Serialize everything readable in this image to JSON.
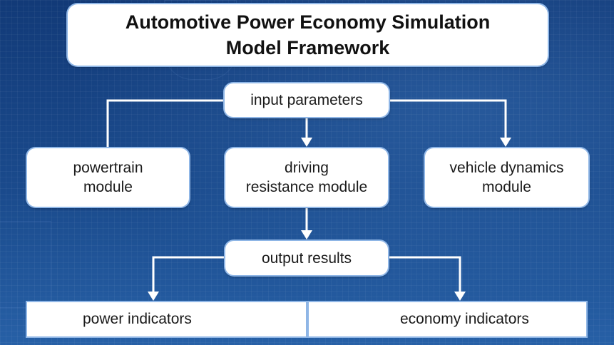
{
  "title": {
    "line1": "Automotive Power Economy Simulation",
    "line2": "Model Framework"
  },
  "nodes": {
    "input": {
      "label": "input parameters"
    },
    "powertrain": {
      "line1": "powertrain",
      "line2": "module"
    },
    "driving_resistance": {
      "line1": "driving",
      "line2": "resistance module"
    },
    "vehicle_dynamics": {
      "line1": "vehicle dynamics",
      "line2": "module"
    },
    "output": {
      "label": "output results"
    },
    "power_indicators": {
      "label": "power indicators"
    },
    "economy_indicators": {
      "label": "economy indicators"
    }
  },
  "edges": [
    {
      "from": "input parameters",
      "to": "powertrain module",
      "arrow": false
    },
    {
      "from": "input parameters",
      "to": "driving resistance module",
      "arrow": true
    },
    {
      "from": "input parameters",
      "to": "vehicle dynamics module",
      "arrow": true
    },
    {
      "from": "driving resistance module",
      "to": "output results",
      "arrow": true
    },
    {
      "from": "output results",
      "to": "power indicators",
      "arrow": true
    },
    {
      "from": "output results",
      "to": "economy indicators",
      "arrow": true
    }
  ],
  "colors": {
    "background": "#1a4a8c",
    "box": "#ffffff",
    "connector": "#ffffff",
    "box_border": "#8fb6e6"
  }
}
